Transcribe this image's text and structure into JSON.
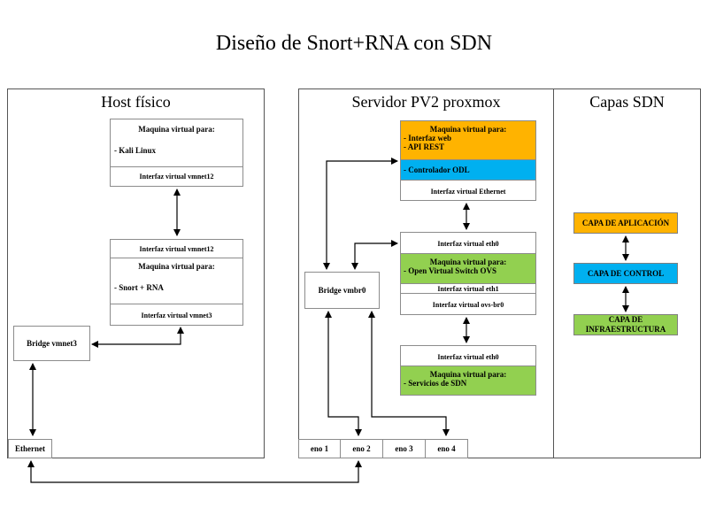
{
  "title": "Diseño de Snort+RNA con SDN",
  "host": {
    "title": "Host físico",
    "vm1": {
      "header": "Maquina virtual para:",
      "item": "- Kali Linux",
      "iface": "Interfaz virtual vmnet12"
    },
    "vm2": {
      "iface_top": "Interfaz virtual vmnet12",
      "header": "Maquina virtual para:",
      "item": "- Snort + RNA",
      "iface_bottom": "Interfaz virtual vmnet3"
    },
    "bridge": "Bridge vmnet3",
    "ethernet": "Ethernet"
  },
  "server": {
    "title": "Servidor PV2 proxmox",
    "vm_web": {
      "header": "Maquina virtual para:",
      "items": [
        "- Interfaz web",
        "- API REST"
      ],
      "controller": "- Controlador ODL",
      "iface": "Interfaz virtual Ethernet"
    },
    "vm_ovs": {
      "iface_top": "Interfaz virtual eth0",
      "header": "Maquina virtual para:",
      "item": "- Open Virtual Switch OVS",
      "iface_eth1": "Interfaz virtual eth1",
      "iface_ovs": "Interfaz virtual ovs-br0"
    },
    "vm_sdn": {
      "iface_top": "Interfaz virtual eth0",
      "header": "Maquina virtual para:",
      "item": "- Servicios de SDN"
    },
    "bridge": "Bridge vmbr0",
    "ports": [
      "eno 1",
      "eno 2",
      "eno 3",
      "eno 4"
    ]
  },
  "sdn": {
    "title": "Capas SDN",
    "layers": [
      "CAPA DE APLICACIÓN",
      "CAPA DE CONTROL",
      "CAPA DE INFRAESTRUCTURA"
    ]
  },
  "colors": {
    "orange": "#ffb300",
    "blue": "#00b0f0",
    "green": "#92d050"
  }
}
